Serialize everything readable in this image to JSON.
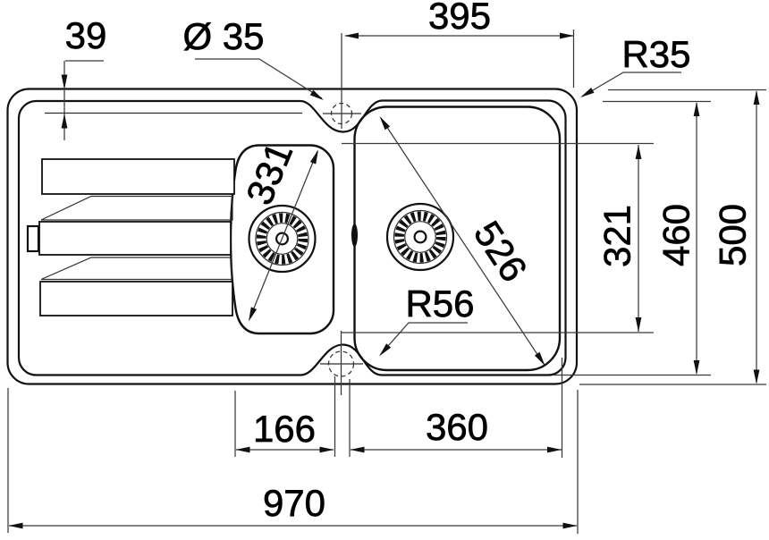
{
  "drawing": {
    "type": "technical-drawing",
    "subject": "inset kitchen sink with drainer - top view dimensional drawing",
    "colors": {
      "part_line": "#111111",
      "dimension_line": "#3a3a3a",
      "text": "#000000",
      "background": "#ffffff"
    },
    "labels": {
      "rim_top_offset": "39",
      "tap_hole_diameter": "Ø 35",
      "bowl_to_edge_width": "395",
      "outer_corner_radius": "R35",
      "small_bowl_diagonal": "331",
      "main_bowl_diagonal": "526",
      "bowl_corner_radius": "R56",
      "small_bowl_height": "321",
      "rim_cutout_height": "460",
      "overall_height": "500",
      "small_bowl_width": "166",
      "main_bowl_width": "360",
      "overall_width": "970"
    }
  }
}
